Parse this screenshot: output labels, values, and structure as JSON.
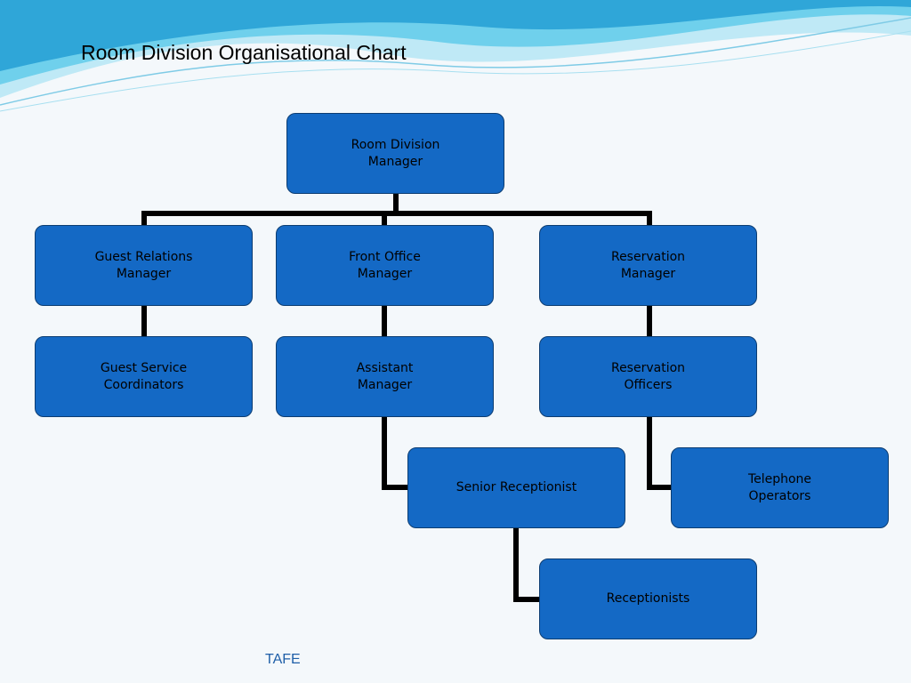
{
  "slide": {
    "title": "Room Division Organisational Chart",
    "footer": "TAFE"
  },
  "org_chart": {
    "nodes": {
      "room_division_manager": "Room Division\nManager",
      "guest_relations_manager": "Guest Relations\nManager",
      "front_office_manager": "Front Office\nManager",
      "reservation_manager": "Reservation\nManager",
      "guest_service_coordinators": "Guest Service\nCoordinators",
      "assistant_manager": "Assistant\nManager",
      "reservation_officers": "Reservation\nOfficers",
      "senior_receptionist": "Senior Receptionist",
      "telephone_operators": "Telephone\nOperators",
      "receptionists": "Receptionists"
    },
    "edges": [
      [
        "room_division_manager",
        "guest_relations_manager"
      ],
      [
        "room_division_manager",
        "front_office_manager"
      ],
      [
        "room_division_manager",
        "reservation_manager"
      ],
      [
        "guest_relations_manager",
        "guest_service_coordinators"
      ],
      [
        "front_office_manager",
        "assistant_manager"
      ],
      [
        "reservation_manager",
        "reservation_officers"
      ],
      [
        "assistant_manager",
        "senior_receptionist"
      ],
      [
        "reservation_officers",
        "telephone_operators"
      ],
      [
        "senior_receptionist",
        "receptionists"
      ]
    ]
  },
  "colors": {
    "box_fill": "#1469c5",
    "connector": "#000000",
    "wave_light": "#bfe9f6",
    "wave_mid": "#6fd0ec",
    "wave_dark": "#2fa6d8"
  }
}
